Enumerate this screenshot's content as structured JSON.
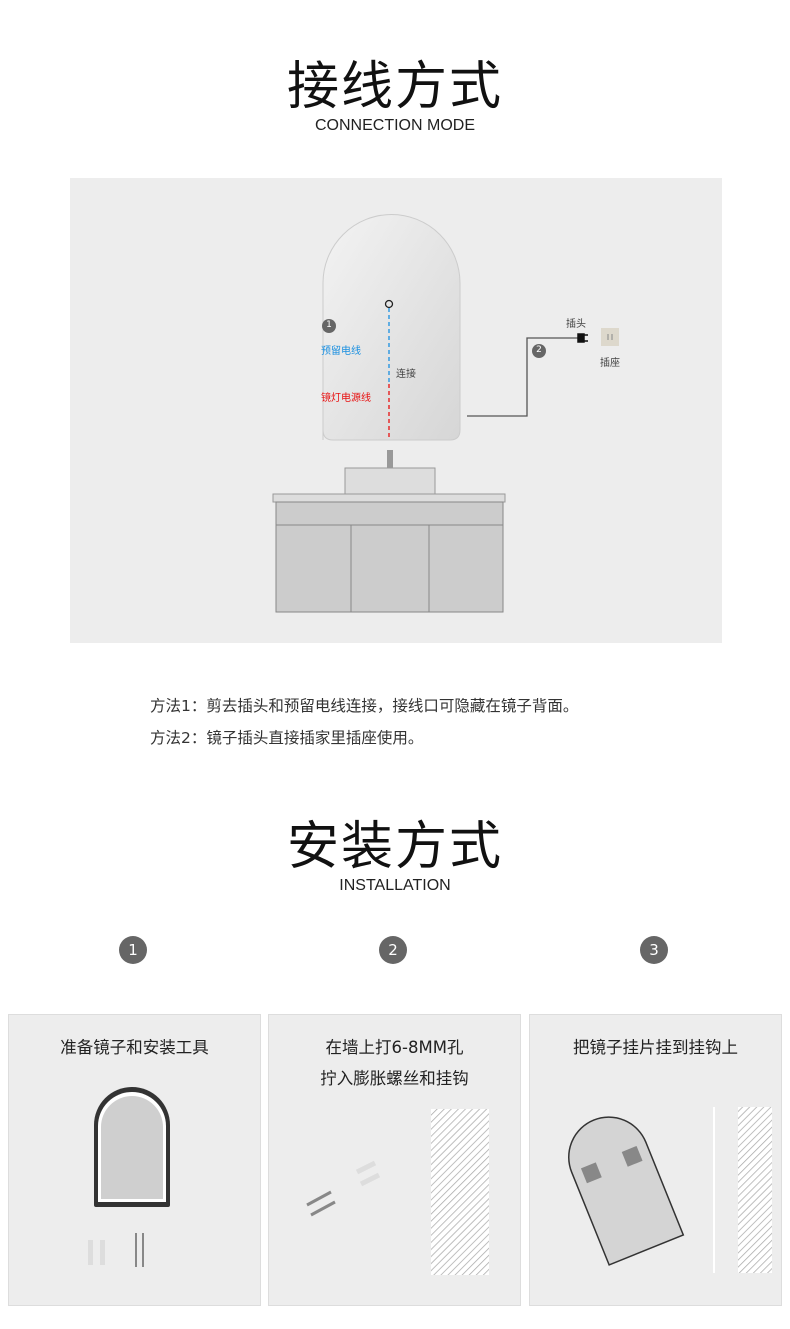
{
  "connection": {
    "title": "接线方式",
    "subtitle": "CONNECTION MODE",
    "diagram": {
      "step1": "1",
      "step2": "2",
      "reserved_wire": "预留电线",
      "mirror_power_wire": "镜灯电源线",
      "connect": "连接",
      "plug": "插头",
      "socket": "插座",
      "colors": {
        "reserved_wire": "#1a8fe0",
        "power_wire": "#e81010"
      }
    },
    "methods": [
      "方法1：剪去插头和预留电线连接，接线口可隐藏在镜子背面。",
      "方法2：镜子插头直接插家里插座使用。"
    ]
  },
  "installation": {
    "title": "安装方式",
    "subtitle": "INSTALLATION",
    "steps": [
      {
        "number": "1",
        "lines": [
          "准备镜子和安装工具"
        ]
      },
      {
        "number": "2",
        "lines": [
          "在墙上打6-8MM孔",
          "拧入膨胀螺丝和挂钩"
        ]
      },
      {
        "number": "3",
        "lines": [
          "把镜子挂片挂到挂钩上"
        ]
      }
    ]
  }
}
